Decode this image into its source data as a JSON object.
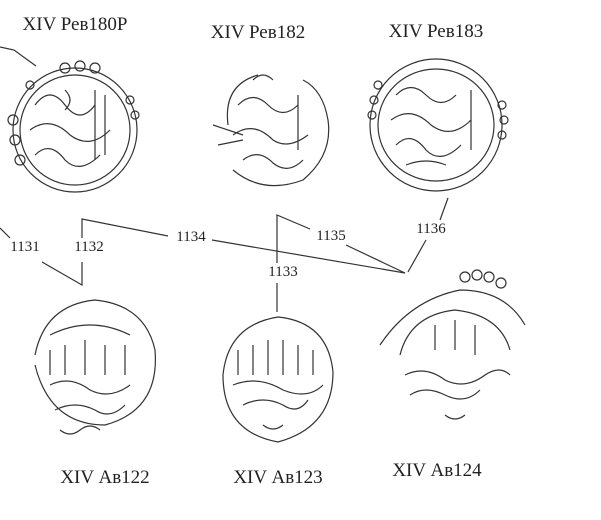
{
  "coins": {
    "reverse": [
      {
        "label": "XIV Рев180Р"
      },
      {
        "label": "XIV Рев182"
      },
      {
        "label": "XIV Рев183"
      }
    ],
    "obverse": [
      {
        "label": "XIV Ав122"
      },
      {
        "label": "XIV Ав123"
      },
      {
        "label": "XIV Ав124"
      }
    ]
  },
  "links": [
    "1131",
    "1132",
    "1133",
    "1134",
    "1135",
    "1136"
  ],
  "colors": {
    "ink": "#222222",
    "background": "#ffffff"
  }
}
